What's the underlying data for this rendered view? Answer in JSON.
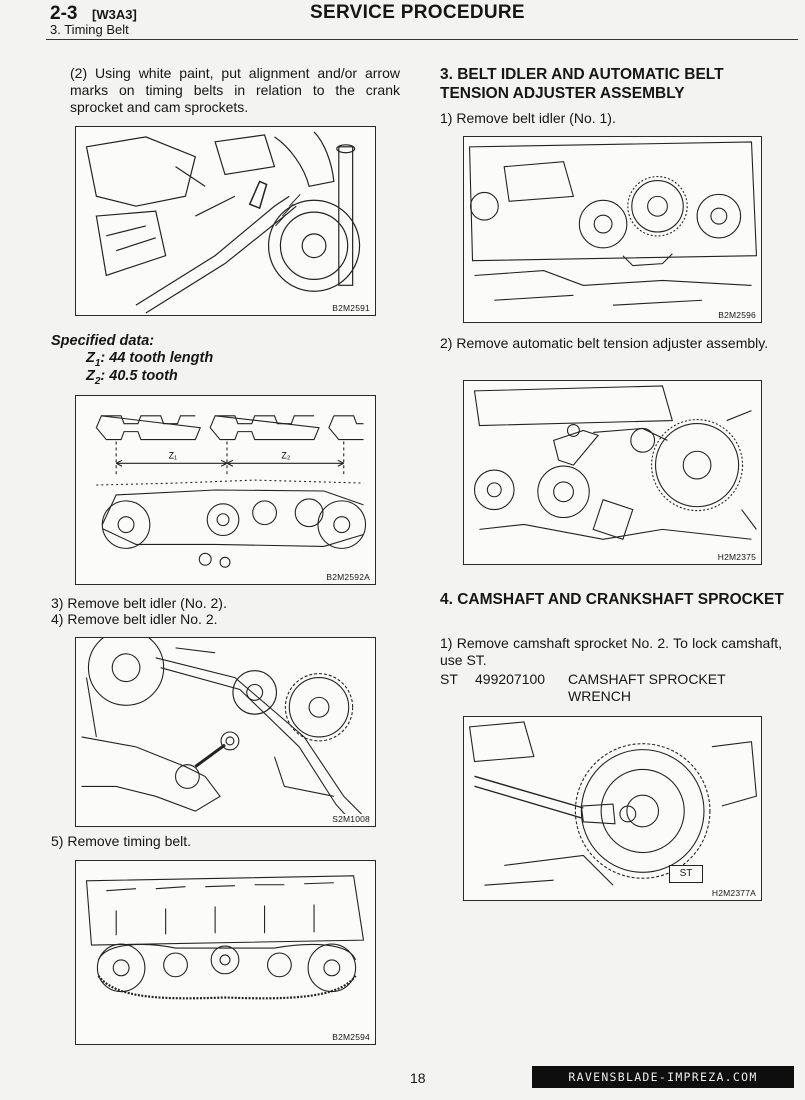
{
  "header": {
    "section_number": "2-3",
    "section_code": "[W3A3]",
    "subsection": "3. Timing Belt",
    "title": "SERVICE PROCEDURE"
  },
  "left_column": {
    "step2_text": "(2) Using white paint, put alignment and/or arrow marks on timing belts in relation to the crank sprocket and cam sprockets.",
    "fig1_code": "B2M2591",
    "spec_heading": "Specified data:",
    "spec_z1": ": 44 tooth length",
    "spec_z2": ": 40.5 tooth",
    "fig2_code": "B2M2592A",
    "fig2_label_z1": "Z₁",
    "fig2_label_z2": "Z₂",
    "step3_text": "3)  Remove belt idler (No. 2).",
    "step4_text": "4)  Remove belt idler No. 2.",
    "fig3_code": "S2M1008",
    "step5_text": "5)  Remove timing belt.",
    "fig4_code": "B2M2594"
  },
  "right_column": {
    "section3_title": "3.  BELT IDLER AND AUTOMATIC BELT TENSION ADJUSTER ASSEMBLY",
    "s3_step1": "1)  Remove belt idler (No. 1).",
    "fig5_code": "B2M2596",
    "s3_step2": "2)  Remove automatic belt tension adjuster assembly.",
    "fig6_code": "H2M2375",
    "section4_title": "4.  CAMSHAFT AND CRANKSHAFT SPROCKET",
    "s4_step1": "1)  Remove camshaft sprocket No. 2. To lock camshaft, use ST.",
    "tool_prefix": "ST",
    "tool_number": "499207100",
    "tool_name": "CAMSHAFT SPROCKET WRENCH",
    "fig7_st_label": "ST",
    "fig7_code": "H2M2377A"
  },
  "footer": {
    "page_number": "18",
    "watermark": "RAVENSBLADE-IMPREZA.COM"
  }
}
